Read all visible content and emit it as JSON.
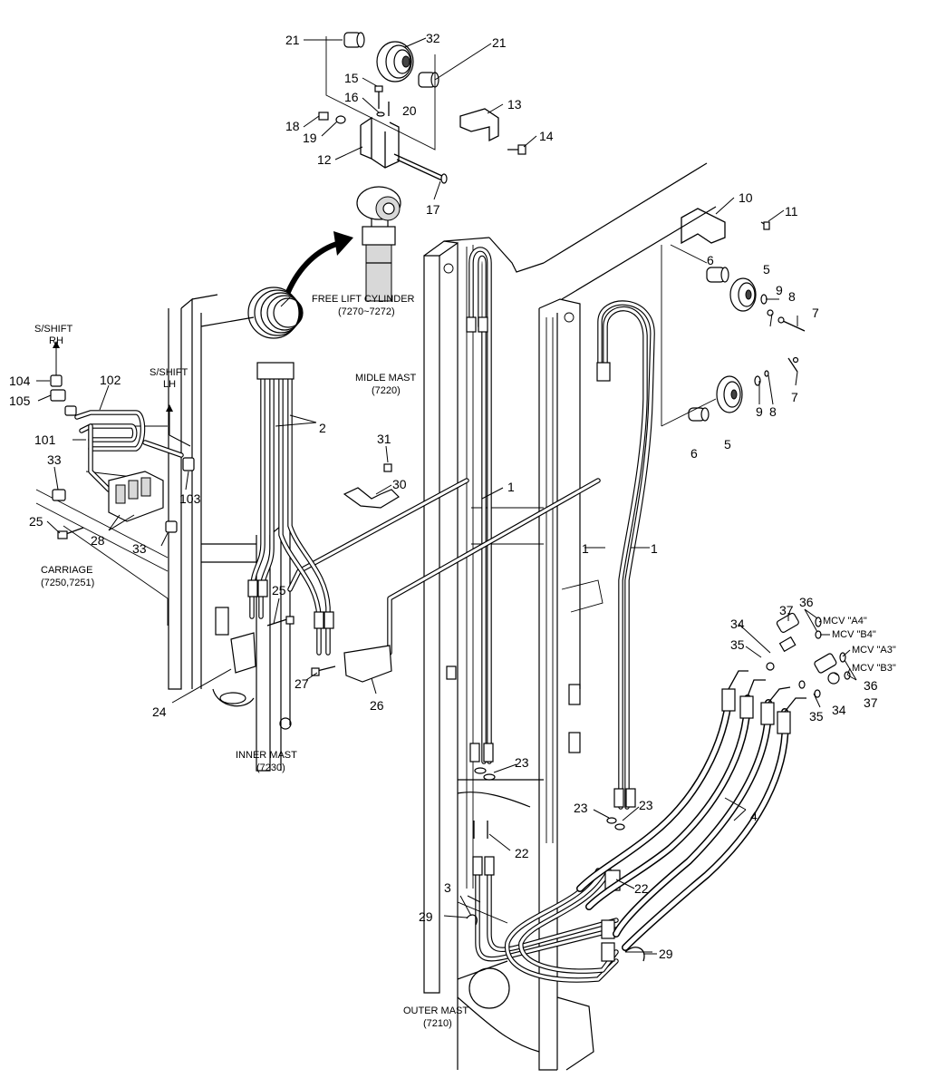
{
  "callouts": {
    "c1a": "1",
    "c1b": "1",
    "c1c": "1",
    "c2": "2",
    "c3": "3",
    "c4": "4",
    "c5a": "5",
    "c5b": "5",
    "c6a": "6",
    "c6b": "6",
    "c7a": "7",
    "c7b": "7",
    "c8a": "8",
    "c8b": "8",
    "c9a": "9",
    "c9b": "9",
    "c10": "10",
    "c11": "11",
    "c12": "12",
    "c13": "13",
    "c14": "14",
    "c15": "15",
    "c16": "16",
    "c17": "17",
    "c18": "18",
    "c19": "19",
    "c20": "20",
    "c21a": "21",
    "c21b": "21",
    "c22a": "22",
    "c22b": "22",
    "c23a": "23",
    "c23b": "23",
    "c23c": "23",
    "c24": "24",
    "c25a": "25",
    "c25b": "25",
    "c26": "26",
    "c27": "27",
    "c28": "28",
    "c29a": "29",
    "c29b": "29",
    "c30": "30",
    "c31": "31",
    "c32": "32",
    "c33a": "33",
    "c33b": "33",
    "c34a": "34",
    "c34b": "34",
    "c35a": "35",
    "c35b": "35",
    "c36a": "36",
    "c36b": "36",
    "c37a": "37",
    "c37b": "37",
    "c101": "101",
    "c102": "102",
    "c103": "103",
    "c104": "104",
    "c105": "105"
  },
  "labels": {
    "free_lift_title": "FREE LIFT CYLINDER",
    "free_lift_code": "(7270~7272)",
    "midle_mast_title": "MIDLE MAST",
    "midle_mast_code": "(7220)",
    "inner_mast_title": "INNER MAST",
    "inner_mast_code": "(7230)",
    "outer_mast_title": "OUTER MAST",
    "outer_mast_code": "(7210)",
    "carriage_title": "CARRIAGE",
    "carriage_code": "(7250,7251)",
    "sshift_rh_1": "S/SHIFT",
    "sshift_rh_2": "RH",
    "sshift_lh_1": "S/SHIFT",
    "sshift_lh_2": "LH",
    "mcv_a4": "MCV \"A4\"",
    "mcv_b4": "MCV \"B4\"",
    "mcv_a3": "MCV \"A3\"",
    "mcv_b3": "MCV \"B3\""
  }
}
